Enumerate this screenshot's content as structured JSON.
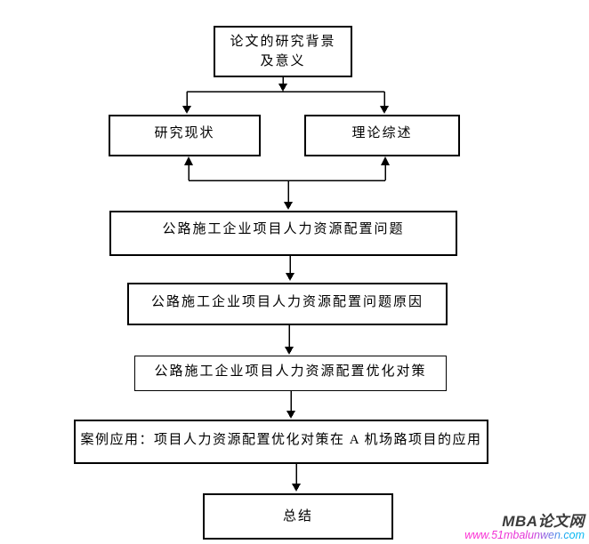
{
  "canvas": {
    "background_color": "#ffffff",
    "line_color": "#000000",
    "box_border_color": "#000000"
  },
  "diagram": {
    "type": "flowchart",
    "nodes": [
      {
        "id": "intro",
        "label": "论文的研究背景",
        "label2": "及意义"
      },
      {
        "id": "status",
        "label": "研究现状"
      },
      {
        "id": "theory",
        "label": "理论综述"
      },
      {
        "id": "problems",
        "label": "公路施工企业项目人力资源配置问题"
      },
      {
        "id": "causes",
        "label": "公路施工企业项目人力资源配置问题原因"
      },
      {
        "id": "strategies",
        "label": "公路施工企业项目人力资源配置优化对策"
      },
      {
        "id": "case",
        "label": "案例应用：项目人力资源配置优化对策在 A 机场路项目的应用"
      },
      {
        "id": "summary",
        "label": "总结"
      }
    ],
    "edges": [
      {
        "from": "intro",
        "to": "status",
        "arrow": "down"
      },
      {
        "from": "intro",
        "to": "theory",
        "arrow": "down"
      },
      {
        "from": "junction",
        "to": "status",
        "arrow": "up"
      },
      {
        "from": "junction",
        "to": "theory",
        "arrow": "up"
      },
      {
        "from": "junction",
        "to": "problems",
        "arrow": "down"
      },
      {
        "from": "problems",
        "to": "causes",
        "arrow": "down"
      },
      {
        "from": "causes",
        "to": "strategies",
        "arrow": "down"
      },
      {
        "from": "strategies",
        "to": "case",
        "arrow": "down"
      },
      {
        "from": "case",
        "to": "summary",
        "arrow": "down"
      }
    ]
  },
  "watermark": {
    "brand": "MBA论文网",
    "url": "www.51mbalunwen.com",
    "brand_color": "#3b3b3b",
    "url_color_start": "#ff2ed2",
    "url_color_end": "#00b6f2"
  }
}
